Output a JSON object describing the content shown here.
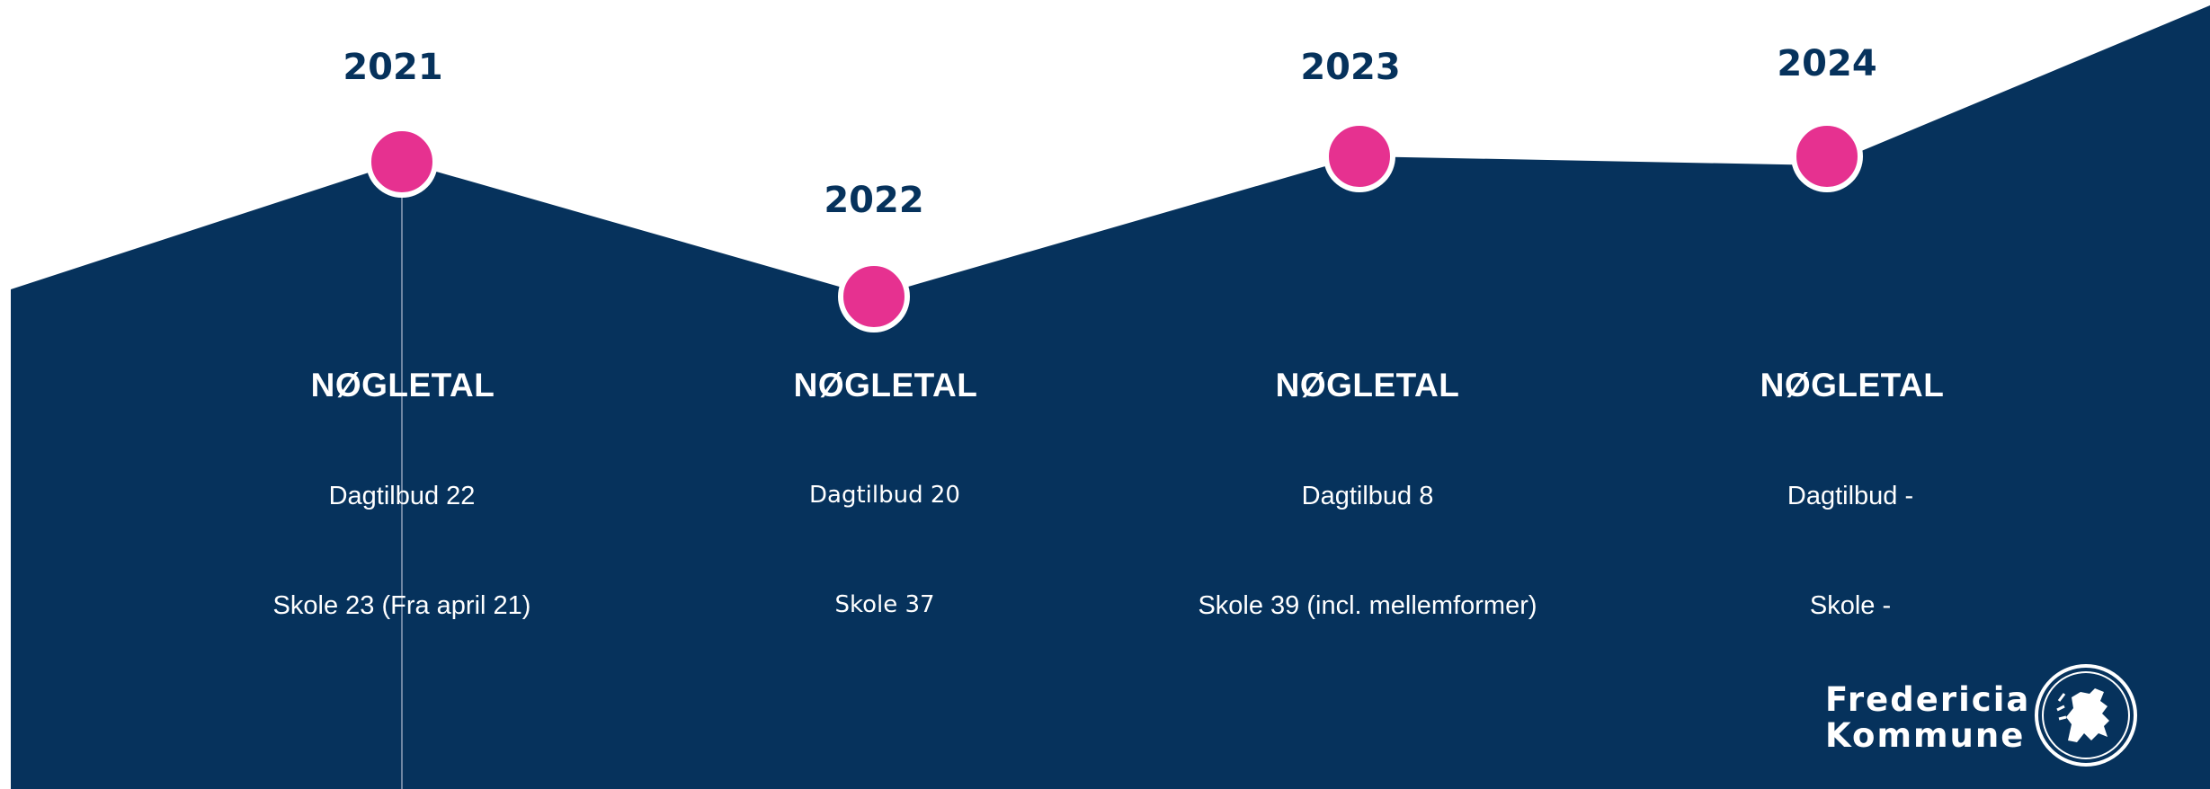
{
  "colors": {
    "navy": "#06325c",
    "marker": "#e63190",
    "text_light": "#ffffff"
  },
  "timeline": [
    {
      "year": "2021",
      "heading": "NØGLETAL",
      "lines": [
        "Dagtilbud 22",
        "Skole 23 (Fra april 21)"
      ]
    },
    {
      "year": "2022",
      "heading": "NØGLETAL",
      "lines": [
        "Dagtilbud 20",
        "Skole 37"
      ]
    },
    {
      "year": "2023",
      "heading": "NØGLETAL",
      "lines": [
        "Dagtilbud 8",
        "Skole 39 (incl. mellemformer)"
      ]
    },
    {
      "year": "2024",
      "heading": "NØGLETAL",
      "lines": [
        "Dagtilbud -",
        "Skole -"
      ]
    }
  ],
  "logo": {
    "line1": "Fredericia",
    "line2": "Kommune",
    "seal_icon": "lion-crest-icon"
  }
}
